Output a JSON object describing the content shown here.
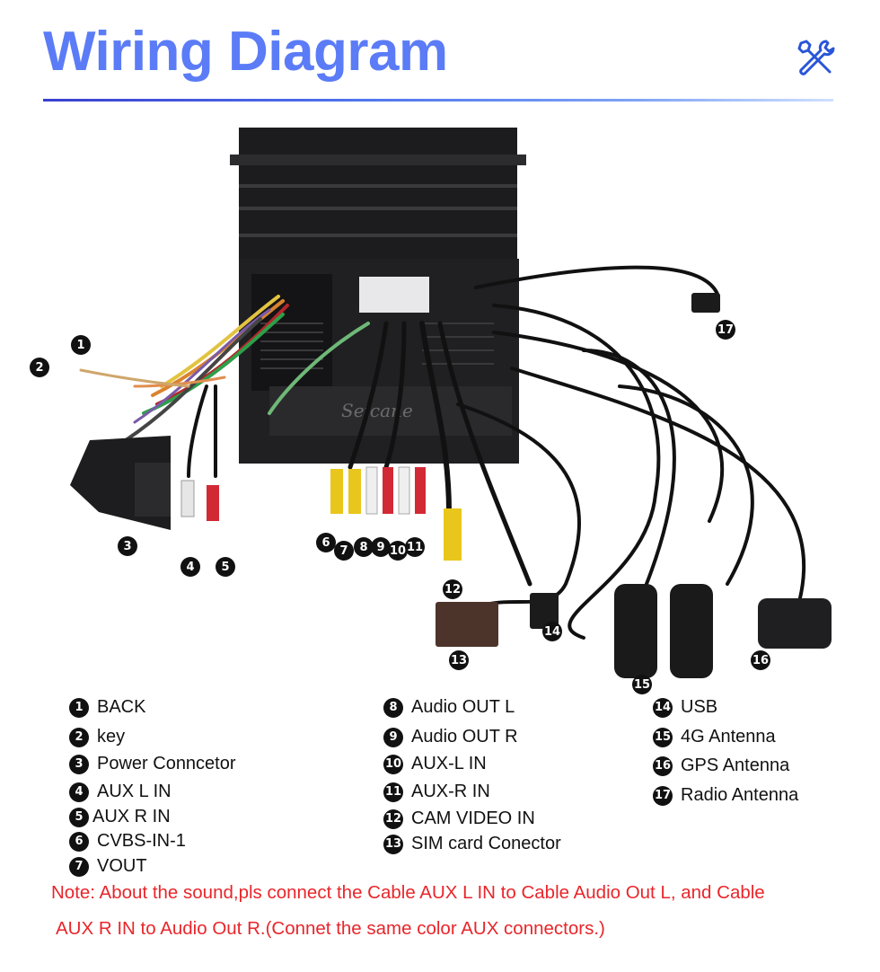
{
  "header": {
    "title": "Wiring Diagram",
    "icon": "tools-icon",
    "accent_color": "#5b7cf6"
  },
  "photo": {
    "watermark": "Seicane"
  },
  "callouts": [
    "1",
    "2",
    "3",
    "4",
    "5",
    "6",
    "7",
    "8",
    "9",
    "10",
    "11",
    "12",
    "13",
    "14",
    "15",
    "16",
    "17"
  ],
  "legend": [
    {
      "num": "1",
      "label": "BACK"
    },
    {
      "num": "2",
      "label": "key"
    },
    {
      "num": "3",
      "label": "Power Conncetor"
    },
    {
      "num": "4",
      "label": "AUX L IN"
    },
    {
      "num": "5",
      "label": "AUX R IN"
    },
    {
      "num": "6",
      "label": "CVBS-IN-1"
    },
    {
      "num": "7",
      "label": "VOUT"
    },
    {
      "num": "8",
      "label": "Audio OUT L"
    },
    {
      "num": "9",
      "label": "Audio OUT R"
    },
    {
      "num": "10",
      "label": "AUX-L IN"
    },
    {
      "num": "11",
      "label": "AUX-R IN"
    },
    {
      "num": "12",
      "label": "CAM VIDEO IN"
    },
    {
      "num": "13",
      "label": "SIM card Conector"
    },
    {
      "num": "14",
      "label": "USB"
    },
    {
      "num": "15",
      "label": "4G Antenna"
    },
    {
      "num": "16",
      "label": "GPS Antenna"
    },
    {
      "num": "17",
      "label": "Radio Antenna"
    }
  ],
  "note": {
    "line1": "Note: About the sound,pls connect the Cable AUX L IN to Cable Audio Out L, and Cable",
    "line2": "AUX R IN to  Audio Out R.(Connet the same color AUX connectors.)",
    "color": "#e8262b"
  }
}
